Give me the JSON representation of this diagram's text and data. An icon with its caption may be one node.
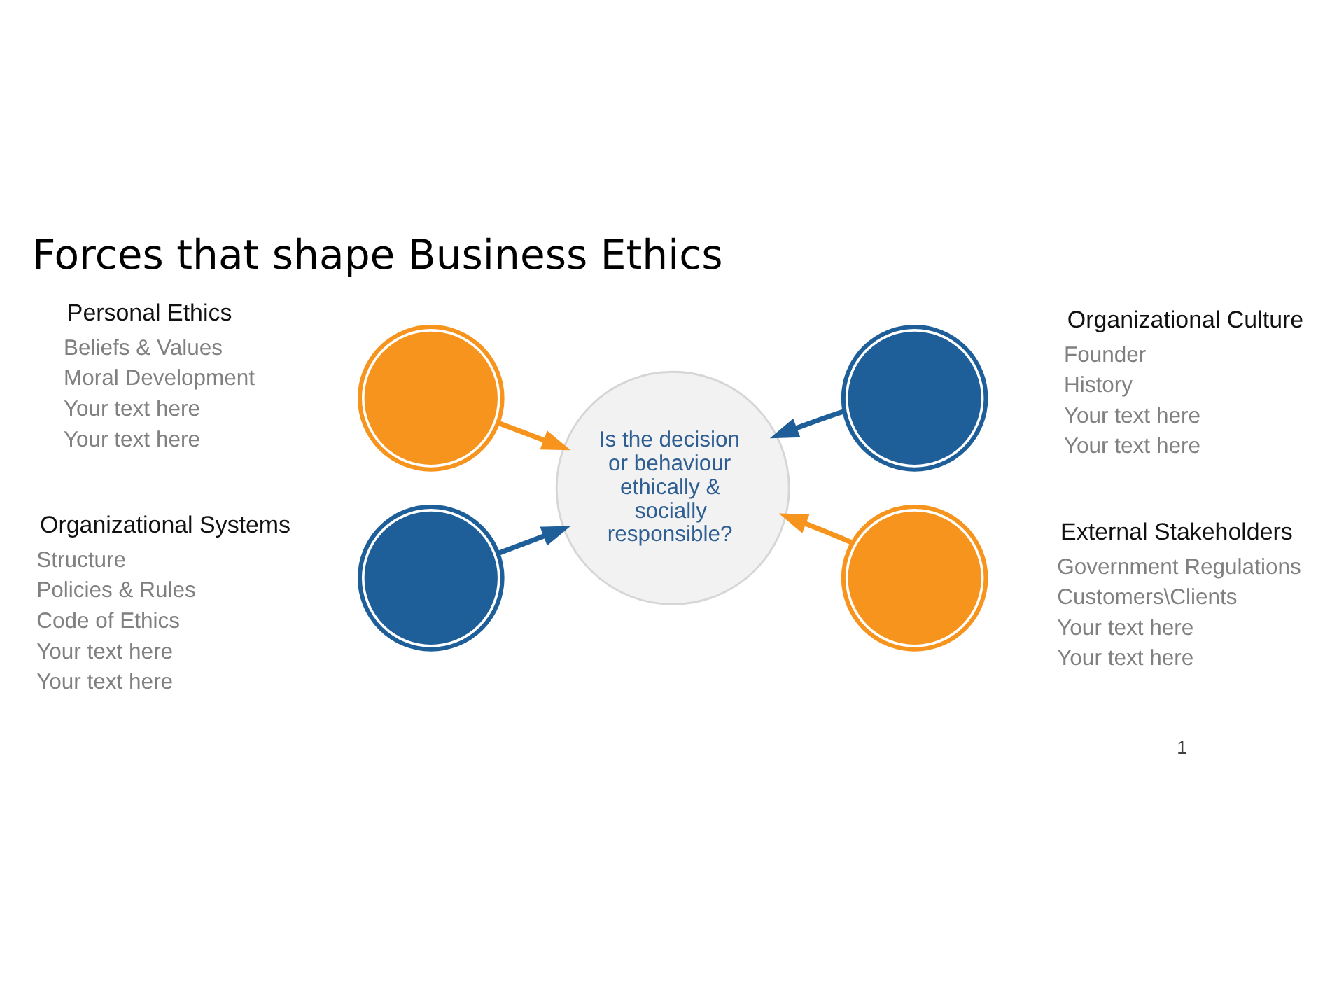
{
  "diagram": {
    "title": "Forces that shape Business Ethics",
    "nodes": [
      {
        "text": [],
        "shape": "circle",
        "beside": [
          "Personal Ethics",
          "Beliefs & Values",
          "Moral Development",
          "Your text here",
          "Your text here"
        ]
      },
      {
        "text": [],
        "shape": "circle",
        "beside": [
          "Organizational Culture",
          "Founder",
          "History",
          "Your text here",
          "Your text here"
        ]
      },
      {
        "text": [],
        "shape": "circle",
        "beside": [
          "Organizational Systems",
          "Structure",
          "Policies & Rules",
          "Code of Ethics",
          "Your text here",
          "Your text here"
        ]
      },
      {
        "text": [
          "Is the decision or behaviour ethically & socially responsible?"
        ]
      },
      {
        "text": [],
        "shape": "circle",
        "beside": [
          "External Stakeholders",
          "Government Regulations",
          "Customers\\Clients",
          "Your text here",
          "Your text here"
        ]
      }
    ],
    "edges": [
      {
        "from": 0,
        "to": 3,
        "arrow": "to",
        "color": "#f7941d"
      },
      {
        "from": 1,
        "to": 3,
        "arrow": "to",
        "color": "#1f5f99"
      },
      {
        "from": 2,
        "to": 3,
        "arrow": "to",
        "color": "#1f5f99"
      },
      {
        "from": 4,
        "to": 3,
        "arrow": "to",
        "color": "#f7941d"
      }
    ],
    "labels": [
      "1"
    ]
  }
}
